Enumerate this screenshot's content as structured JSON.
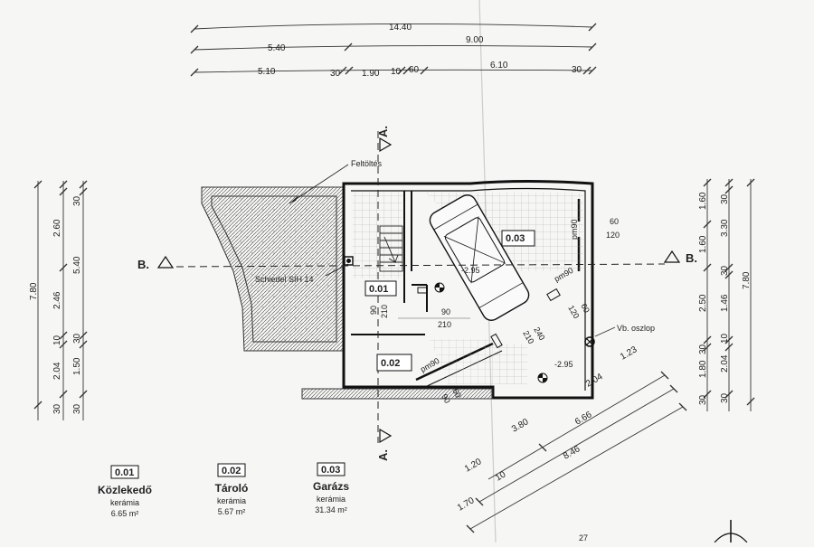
{
  "top_dims": {
    "row1": [
      "14.40"
    ],
    "row2": [
      "5.40",
      "9.00"
    ],
    "row3": [
      "5.10",
      "30",
      "1.90",
      "10",
      "60",
      "6.10",
      "30"
    ]
  },
  "left_dims": {
    "outer": [
      "7.80"
    ],
    "mid": [
      "2.60",
      "2.46",
      "10",
      "2.04",
      "30"
    ],
    "inner": [
      "30",
      "5.40",
      "30",
      "1.50",
      "30"
    ]
  },
  "right_dims": {
    "inner": [
      "1.60",
      "1.60",
      "2.50",
      "30",
      "1.80",
      "30"
    ],
    "mid": [
      "30",
      "3.30",
      "30",
      "1.46",
      "10",
      "2.04",
      "30"
    ],
    "outer": [
      "7.80"
    ]
  },
  "diag_dims": [
    "1.23",
    "2.04",
    "6.66",
    "3.80",
    "8.46",
    "1.20",
    "10",
    "1.70"
  ],
  "sections": {
    "a_top": "A.",
    "a_bottom": "A.",
    "b_left": "B.",
    "b_right": "B."
  },
  "labels": {
    "fill": "Feltöltés",
    "chimney": "Schiedel SIH 14",
    "column": "Vb. oszlop",
    "level_1": "-2.95",
    "level_2": "-2.95"
  },
  "room_ids": {
    "r1": "0.01",
    "r2": "0.02",
    "r3": "0.03"
  },
  "inner_dims": {
    "d90a": "90",
    "d210a": "210",
    "d90b": "90",
    "d210b": "210",
    "d240": "240",
    "d210c": "210",
    "d60": "60",
    "d120": "120",
    "pm90a": "pm90",
    "pm90b": "pm90",
    "pm90c": "pm90",
    "d60b": "60",
    "d120b": "120",
    "d60c": "60",
    "d90c": "90"
  },
  "legend": [
    {
      "id": "0.01",
      "name": "Közlekedő",
      "material": "kerámia",
      "area": "6.65 m²"
    },
    {
      "id": "0.02",
      "name": "Tároló",
      "material": "kerámia",
      "area": "5.67 m²"
    },
    {
      "id": "0.03",
      "name": "Garázs",
      "material": "kerámia",
      "area": "31.34 m²"
    }
  ],
  "corner_text": "27"
}
